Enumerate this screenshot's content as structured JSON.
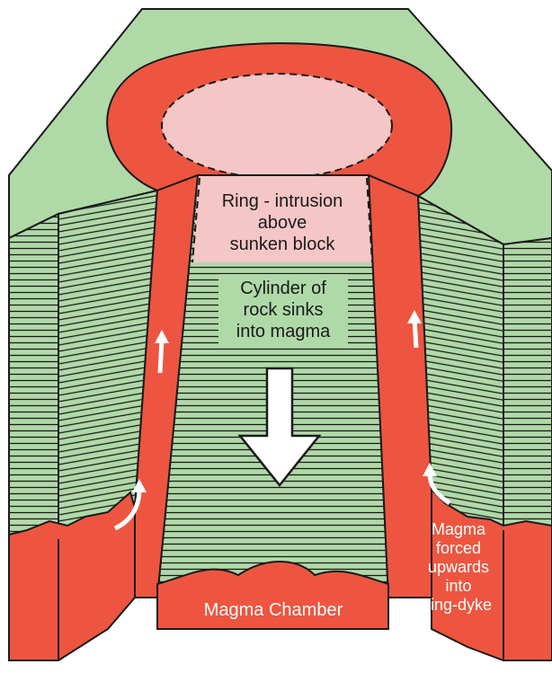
{
  "labels": {
    "ring_intrusion": [
      "Ring - intrusion",
      "above",
      "sunken block"
    ],
    "cylinder": [
      "Cylinder of",
      "rock sinks",
      "into magma"
    ],
    "magma_chamber": "Magma Chamber",
    "magma_forced": [
      "Magma",
      "forced",
      "upwards",
      "into",
      "ring-dyke"
    ]
  },
  "colors": {
    "green": "#b0d9a8",
    "magma": "#ee5540",
    "pink": "#f5c6c6",
    "outline": "#1a1a1a",
    "arrow": "#ffffff"
  }
}
